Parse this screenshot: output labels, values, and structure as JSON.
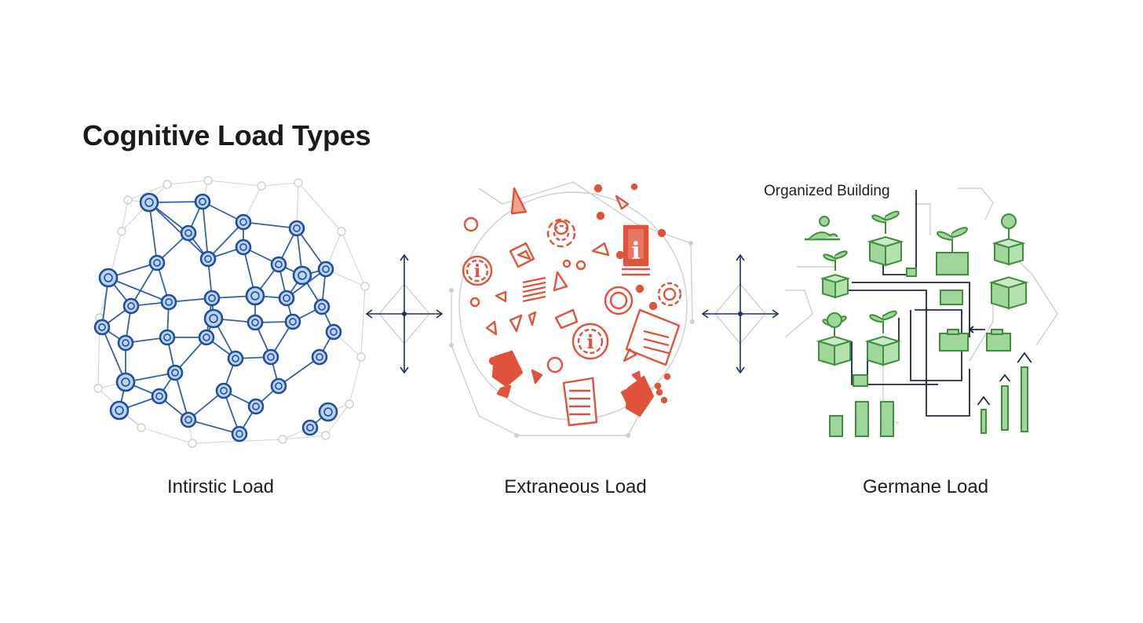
{
  "title": "Cognitive Load Types",
  "panels": [
    {
      "id": "intrinsic",
      "label": "Intirstic Load",
      "color": "#1f4ea1",
      "fill": "#b9d3f2",
      "icon": "network-graph-icon"
    },
    {
      "id": "extraneous",
      "label": "Extraneous Load",
      "color": "#e0533a",
      "icon": "scattered-fragments-icon"
    },
    {
      "id": "germane",
      "label": "Germane Load",
      "color": "#3e8e3e",
      "fill": "#9fd69a",
      "icon": "growing-blocks-icon"
    }
  ],
  "germane_annotation": "Organized Building",
  "connectors": [
    "four-way-arrow-icon",
    "four-way-arrow-icon"
  ]
}
